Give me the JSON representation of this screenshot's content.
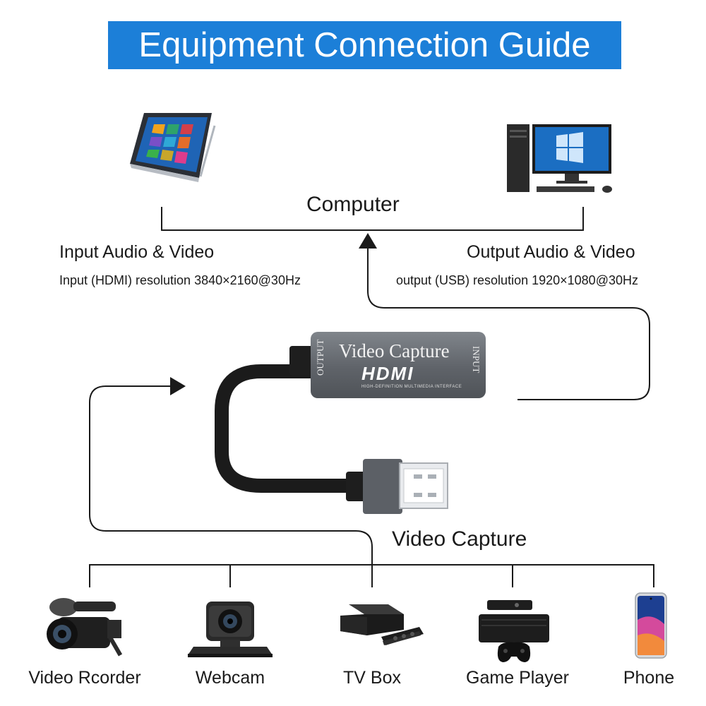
{
  "title": "Equipment Connection Guide",
  "computer": {
    "label": "Computer",
    "input_title": "Input Audio & Video",
    "input_detail": "Input (HDMI) resolution 3840×2160@30Hz",
    "output_title": "Output Audio & Video",
    "output_detail": "output (USB) resolution 1920×1080@30Hz"
  },
  "device": {
    "name": "Video Capture",
    "brand": "HDMI",
    "subtitle": "HIGH-DEFINITION MULTIMEDIA INTERFACE",
    "output_port": "OUTPUT",
    "input_port": "INPUT"
  },
  "sources": {
    "label": "Video Capture",
    "items": [
      {
        "label": "Video Rcorder",
        "icon": "video-recorder-icon"
      },
      {
        "label": "Webcam",
        "icon": "webcam-icon"
      },
      {
        "label": "TV Box",
        "icon": "tv-box-icon"
      },
      {
        "label": "Game Player",
        "icon": "game-console-icon"
      },
      {
        "label": "Phone",
        "icon": "phone-icon"
      }
    ]
  },
  "colors": {
    "banner": "#1c7fd8",
    "device_body": "#6b6f74",
    "cable": "#1b1b1b"
  }
}
